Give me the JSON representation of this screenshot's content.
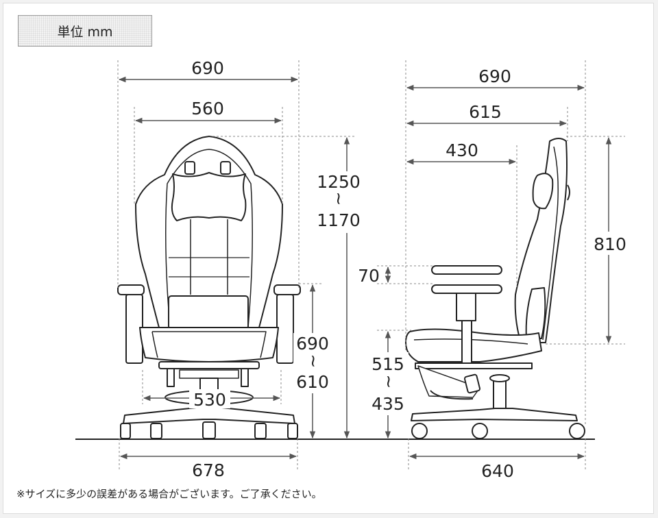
{
  "unit_label": "単位 mm",
  "front_view": {
    "overall_width": "690",
    "back_width": "560",
    "height_max": "1250",
    "height_sep": "~",
    "height_min": "1170",
    "armrest_height_max": "690",
    "armrest_height_sep": "~",
    "armrest_height_min": "610",
    "seat_width": "530",
    "base_width": "678"
  },
  "side_view": {
    "overall_depth": "690",
    "depth_to_back": "615",
    "seat_depth": "430",
    "armrest_adjust": "70",
    "backrest_height": "810",
    "seat_height_max": "515",
    "seat_height_sep": "~",
    "seat_height_min": "435",
    "base_depth": "640"
  },
  "note": "※サイズに多少の誤差がある場合がございます。ご了承ください。",
  "colors": {
    "line": "#222222",
    "dim_line": "#555555",
    "guide": "#888888"
  }
}
